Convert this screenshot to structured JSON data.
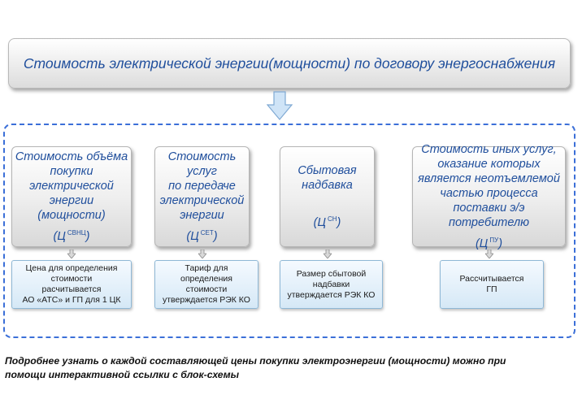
{
  "title": "Стоимость электрической энергии(мощности) по договору энергоснабжения",
  "cards": [
    {
      "lines": [
        "Стоимость объёма",
        "покупки",
        "электрической",
        "энергии",
        "(мощности)"
      ],
      "formula_base": "(Ц",
      "formula_sup": "СВНЦ",
      "formula_end": ")"
    },
    {
      "lines": [
        "Стоимость услуг",
        "по передаче",
        "электрической",
        "энергии"
      ],
      "formula_base": "(Ц",
      "formula_sup": "СЕТ",
      "formula_end": ")"
    },
    {
      "lines": [
        "Сбытовая",
        "надбавка"
      ],
      "formula_base": "(Ц",
      "formula_sup": "СН",
      "formula_end": ")"
    },
    {
      "lines": [
        "Стоимость иных услуг,",
        "оказание которых",
        "является неотъемлемой",
        "частью процесса",
        "поставки э/э потребителю"
      ],
      "formula_base": "(Ц",
      "formula_sup": "ПУ",
      "formula_end": ")"
    }
  ],
  "notes": [
    {
      "lines": [
        "Цена для определения",
        "стоимости",
        "расчитывается",
        "АО «АТС» и ГП для 1 ЦК"
      ]
    },
    {
      "lines": [
        "Тариф для",
        "определения",
        "стоимости",
        "утверждается РЭК КО"
      ]
    },
    {
      "lines": [
        "Размер сбытовой",
        "надбавки",
        "утверждается РЭК КО"
      ]
    },
    {
      "lines": [
        "Рассчитывается",
        "ГП"
      ]
    }
  ],
  "footer": {
    "line1": "Подробнее узнать о каждой составляющей цены покупки электроэнергии (мощности) можно при",
    "line2": "помощи интерактивной ссылки с блок-схемы"
  },
  "colors": {
    "heading_text": "#1f4e9c",
    "dashed_border": "#3b6fd8",
    "arrow_fill": "#cfe4f7",
    "arrow_stroke": "#7fa9d3",
    "note_border": "#8fb8d6"
  }
}
